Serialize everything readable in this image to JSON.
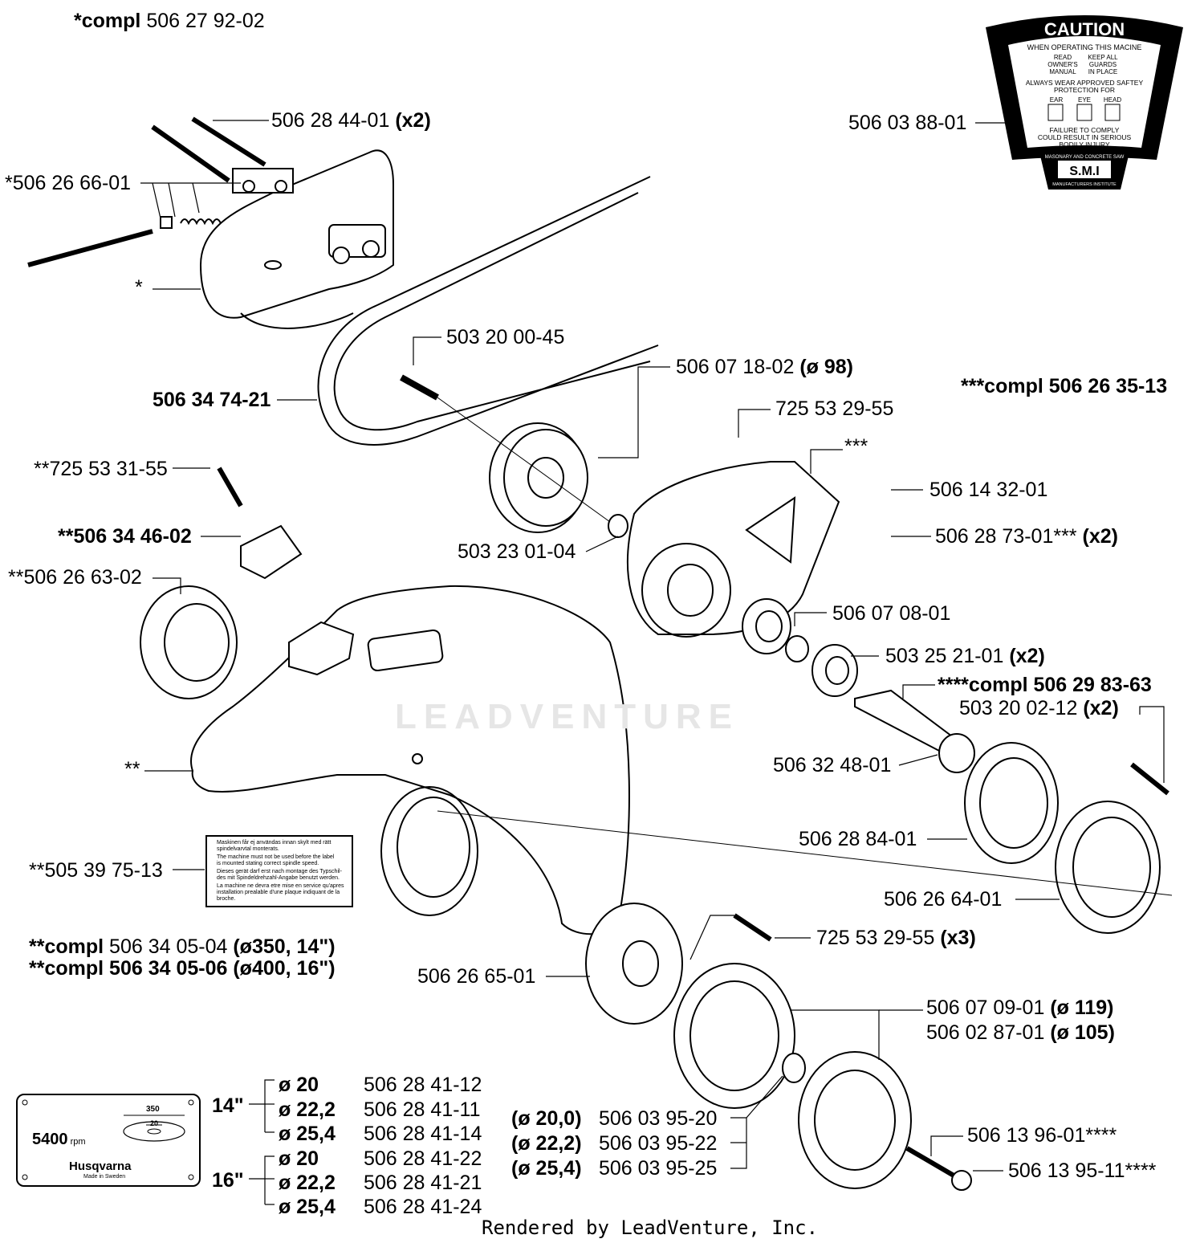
{
  "header": {
    "compl_prefix": "*compl",
    "compl_number": "506 27 92-02"
  },
  "parts": {
    "p_506284401": "506 28 44-01",
    "p_506284401_qty": "(x2)",
    "p_506266601": "*506 26 66-01",
    "p_star1": "*",
    "p_506347421": "506 34 74-21",
    "p_503200045": "503 20 00-45",
    "p_506071802": "506 07 18-02",
    "p_506071802_dia": "(ø 98)",
    "p_725533155": "**725 53 31-55",
    "p_506344602": "**506 34 46-02",
    "p_506266302": "**506 26 63-02",
    "p_503230104": "503 23 01-04",
    "p_725532955a": "725 53 29-55",
    "p_star3": "***",
    "p_506143201": "506 14 32-01",
    "p_506287301": "506 28 73-01***",
    "p_506287301_qty": "(x2)",
    "p_506070801": "506 07 08-01",
    "p_503252101": "503 25 21-01",
    "p_503252101_qty": "(x2)",
    "p_compl_506298363": "****compl 506 29 83-63",
    "p_503200212": "503 20 02-12",
    "p_503200212_qty": "(x2)",
    "p_506324801": "506 32 48-01",
    "p_star2": "**",
    "p_506288401": "506 28 84-01",
    "p_505397513": "**505 39 75-13",
    "p_506266401": "506 26 64-01",
    "p_725532955b": "725 53 29-55",
    "p_725532955b_qty": "(x3)",
    "p_506266501": "506 26 65-01",
    "p_506070901": "506 07 09-01",
    "p_506070901_dia": "(ø 119)",
    "p_506028701": "506 02 87-01",
    "p_506028701_dia": "(ø 105)",
    "p_506139601": "506 13 96-01****",
    "p_506139511": "506 13 95-11****",
    "p_506038801": "506 03 88-01",
    "p_compl_506263513": "***compl 506 26 35-13"
  },
  "compl_guard": {
    "line1_prefix": "**compl",
    "line1_number": "506 34 05-04",
    "line1_spec": "(ø350, 14\")",
    "line2_prefix": "**compl",
    "line2_number": "506 34 05-06",
    "line2_spec": "(ø400, 16\")"
  },
  "spindle_table": {
    "rows": [
      {
        "size": "14\"",
        "dia": "ø 20",
        "part": "506 28 41-12"
      },
      {
        "size": "",
        "dia": "ø 22,2",
        "part": "506 28 41-11"
      },
      {
        "size": "",
        "dia": "ø 25,4",
        "part": "506 28 41-14"
      },
      {
        "size": "16\"",
        "dia": "ø 20",
        "part": "506 28 41-22"
      },
      {
        "size": "",
        "dia": "ø 22,2",
        "part": "506 28 41-21"
      },
      {
        "size": "",
        "dia": "ø 25,4",
        "part": "506 28 41-24"
      }
    ]
  },
  "bushing_table": {
    "rows": [
      {
        "dia": "(ø 20,0)",
        "part": "506 03 95-20"
      },
      {
        "dia": "(ø 22,2)",
        "part": "506 03 95-22"
      },
      {
        "dia": "(ø 25,4)",
        "part": "506 03 95-25"
      }
    ]
  },
  "plate": {
    "rpm_value": "5400",
    "rpm_unit": "rpm",
    "dim_outer": "350",
    "dim_inner": "20",
    "brand": "Husqvarna",
    "made_in": "Made in Sweden"
  },
  "caution_decal": {
    "title": "CAUTION",
    "line1": "WHEN OPERATING THIS MACINE",
    "read1": "READ",
    "read2": "OWNER'S",
    "read3": "MANUAL",
    "keep1": "KEEP ALL",
    "keep2": "GUARDS",
    "keep3": "IN PLACE",
    "line2": "ALWAYS WEAR APPROVED SAFTEY",
    "line3": "PROTECTION FOR",
    "ear": "EAR",
    "eye": "EYE",
    "head": "HEAD",
    "line4": "FAILURE TO COMPLY",
    "line5": "COULD RESULT IN SERIOUS",
    "line6": "BODILY INJURY",
    "line7": "MASONARY AND CONCRETE SAW",
    "smi": "S.M.I",
    "line8": "MANUFACTURERS INSTITUTE"
  },
  "label_box": {
    "l1": "Maskinen får ej användas innan skylt med rätt",
    "l2": "spindelvarvtal monterats.",
    "l3": "The machine must not be used before the label",
    "l4": "is mounted stating correct spindle speed.",
    "l5": "Dieses gerät darf erst nach montage des Typschil-",
    "l6": "des mit Spindeldrehzahl-Angabe benutzt werden.",
    "l7": "La machine ne devra etre mise en service qu'apres",
    "l8": "installation prealable d'une plaque indiquant de la",
    "l9": "broche."
  },
  "watermark": "LEADVENTURE",
  "footer": "Rendered by LeadVenture, Inc."
}
